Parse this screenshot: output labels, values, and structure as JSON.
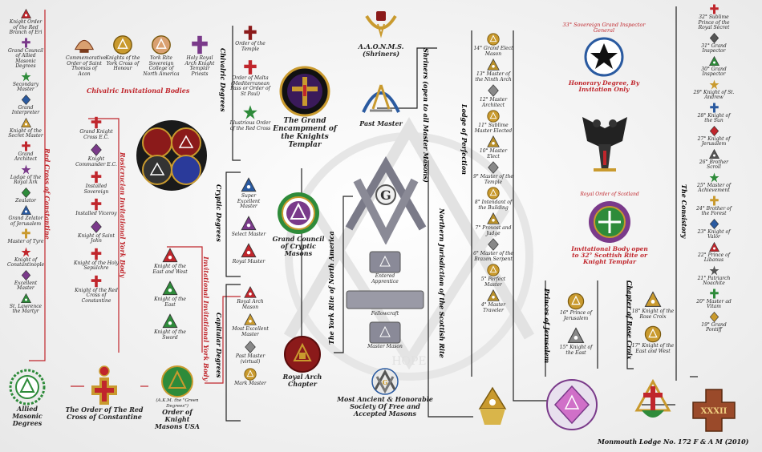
{
  "colors": {
    "red": "#c0262c",
    "black": "#111111",
    "gold": "#c99a2e",
    "green": "#2e8b3a",
    "purple": "#7a3a8a"
  },
  "section_labels": {
    "chivalric_bodies": "Chivalric Invitational Bodies",
    "red_cross_constantine": "Red Cross of Constantine",
    "rosicrucian": "Rosicrucian Invitational York Body",
    "knight_masons": "Invitational Invitational York Body",
    "chivalric_degrees": "Chivalric Degrees",
    "cryptic_degrees": "Cryptic Degrees",
    "capitular_degrees": "Capitular Degrees",
    "york_rite": "The York Rite of North America",
    "shriners": "Shriners (open to all Master Masons)",
    "scottish_rite": "Northern Jurisdiction of the Scottish Rite",
    "lodge_perfection": "Lodge of Perfection",
    "princes_jerusalem": "Princes of Jerusalem",
    "chapter_rose_croix": "Chapter of Rose Croix",
    "consistory": "The Consistory"
  },
  "left_column": [
    "Knight Order of the Red Branch of Eri",
    "Grand Council of Allied Masonic Degrees",
    "Secondary Master",
    "Grand Interpreter",
    "Knight of the Secret Master",
    "Grand Architect",
    "Lodge of the Royal Ark",
    "Zealator",
    "Grand Zelator of Jerusalem",
    "Master of Tyre",
    "Knight of Constantinople",
    "Excellent Master",
    "St. Lawrence the Martyr"
  ],
  "chivalric_top": [
    "Commemorative Order of Saint Thomas of Acon",
    "Knights of the York Cross of Honour",
    "York Rite Sovereign College of North America",
    "Holy Royal Arch Knight Templar Priests"
  ],
  "red_cross_column": [
    "Grand Knight Cross E.C.",
    "Knight Commander E.C.",
    "Installed Sovereign",
    "Installed Viceroy",
    "Knight of Saint John",
    "Knight of the Holy Sepulchre",
    "Knight of the Red Cross of Constantine"
  ],
  "knight_masons_column": [
    "Knight of the East and West",
    "Knight of the East",
    "Knight of the Sword"
  ],
  "bottom_left": {
    "amd": "Allied Masonic Degrees",
    "constantine": "The Order of The Red Cross of Constantine",
    "knight_masons": "Order of Knight Masons USA",
    "knight_masons_note": "(A.K.M. the \"Green Degrees\")"
  },
  "templar_column": [
    "Order of the Temple",
    "Order of Malta (Mediterranean Pass or Order of St Paul)",
    "Illustrious Order of the Red Cross"
  ],
  "templar_title": "The Grand Encampment of the Knights Templar",
  "cryptic_column": [
    "Super Excellent Master",
    "Select Master",
    "Royal Master"
  ],
  "cryptic_title": "Grand Council of Cryptic Masons",
  "capitular_column": [
    "Royal Arch Mason",
    "Most Excellent Master",
    "Past Master (virtual)",
    "Mark Master"
  ],
  "royal_arch_title": "Royal Arch Chapter",
  "shriners_title": "A.A.O.N.M.S. (Shriners)",
  "past_master": "Past Master",
  "blue_lodge": [
    "Entered Apprentice",
    "Fellowcraft",
    "Master Mason"
  ],
  "bottom_center": "Most Ancient & Honorable Society Of Free and Accepted Masons",
  "lodge_perfection_column": [
    "14° Grand Elect Mason",
    "13° Master of the Ninth Arch",
    "12° Master Architect",
    "11° Sublime Master Elected",
    "10° Master Elect",
    "9° Master of the Temple",
    "8° Intendant of the Building",
    "7° Provost and Judge",
    "6° Master of the Brazen Serpent",
    "5° Perfect Master",
    "4° Master Traveler"
  ],
  "princes_column": [
    "16° Prince of Jerusalem",
    "15° Knight of the East"
  ],
  "rose_croix_column": [
    "18° Knight of the Rose Croix",
    "17° Knight of the East and West"
  ],
  "right_center": {
    "head": "33° Sovereign Grand Inspector General",
    "honorary": "Honorary Degree, By Invitation Only",
    "royal_order": "Royal Order of Scotland",
    "invitational": "Invitational Body open to 32° Scottish Rite or Knight Templar"
  },
  "consistory_column": [
    "32° Sublime Prince of the Royal Secret",
    "31° Grand Inspector",
    "30° Grand Inspector",
    "29° Knight of St. Andrew",
    "28° Knight of the Sun",
    "27° Knight of Jerusalem",
    "26° Brother Scroll",
    "25° Master of Achievement",
    "24° Brother of the Forest",
    "23° Knight of Valor",
    "22° Prince of Libanus",
    "21° Patriarch Noachite",
    "20° Master ad Vitam",
    "19° Grand Pontiff"
  ],
  "emblem_32": "XXXII",
  "footer": "Monmouth Lodge No. 172 F & A M (2010)"
}
